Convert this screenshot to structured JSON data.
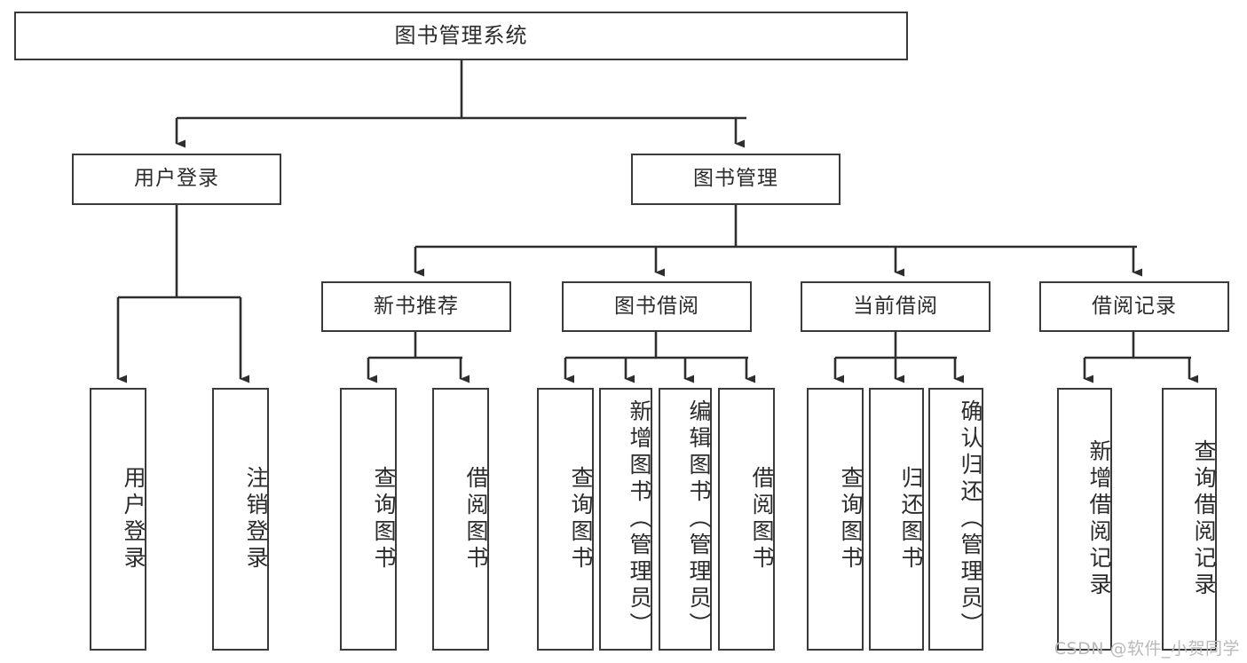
{
  "diagram": {
    "title": "图书管理系统",
    "type": "tree-hierarchy",
    "watermark": "CSDN @软件_小贺同学",
    "colors": {
      "background": "#ffffff",
      "box_border": "#3a3a3a",
      "box_fill": "#ffffff",
      "text": "#2b2b2b",
      "connector": "#2e2e2e",
      "watermark": "#b9b9b9"
    },
    "root": {
      "label": "图书管理系统"
    },
    "level2": [
      {
        "id": "user-login",
        "label": "用户登录"
      },
      {
        "id": "book-management",
        "label": "图书管理"
      }
    ],
    "level3": [
      {
        "id": "new-book-recommend",
        "label": "新书推荐"
      },
      {
        "id": "book-borrow",
        "label": "图书借阅"
      },
      {
        "id": "current-borrow",
        "label": "当前借阅"
      },
      {
        "id": "borrow-record",
        "label": "借阅记录"
      }
    ],
    "leaves": {
      "user-login": [
        {
          "id": "leaf-user-login",
          "label": "用户登录"
        },
        {
          "id": "leaf-user-logout",
          "label": "注销登录"
        }
      ],
      "new-book-recommend": [
        {
          "id": "leaf-query-book-1",
          "label": "查询图书"
        },
        {
          "id": "leaf-borrow-book-1",
          "label": "借阅图书"
        }
      ],
      "book-borrow": [
        {
          "id": "leaf-query-book-2",
          "label": "查询图书"
        },
        {
          "id": "leaf-add-book",
          "label": "新增图书（管理员）"
        },
        {
          "id": "leaf-edit-book",
          "label": "编辑图书（管理员）"
        },
        {
          "id": "leaf-borrow-book-2",
          "label": "借阅图书"
        }
      ],
      "current-borrow": [
        {
          "id": "leaf-query-book-3",
          "label": "查询图书"
        },
        {
          "id": "leaf-return-book",
          "label": "归还图书"
        },
        {
          "id": "leaf-confirm-return",
          "label": "确认归还（管理员）"
        }
      ],
      "borrow-record": [
        {
          "id": "leaf-add-record",
          "label": "新增借阅记录"
        },
        {
          "id": "leaf-query-record",
          "label": "查询借阅记录"
        }
      ]
    }
  }
}
